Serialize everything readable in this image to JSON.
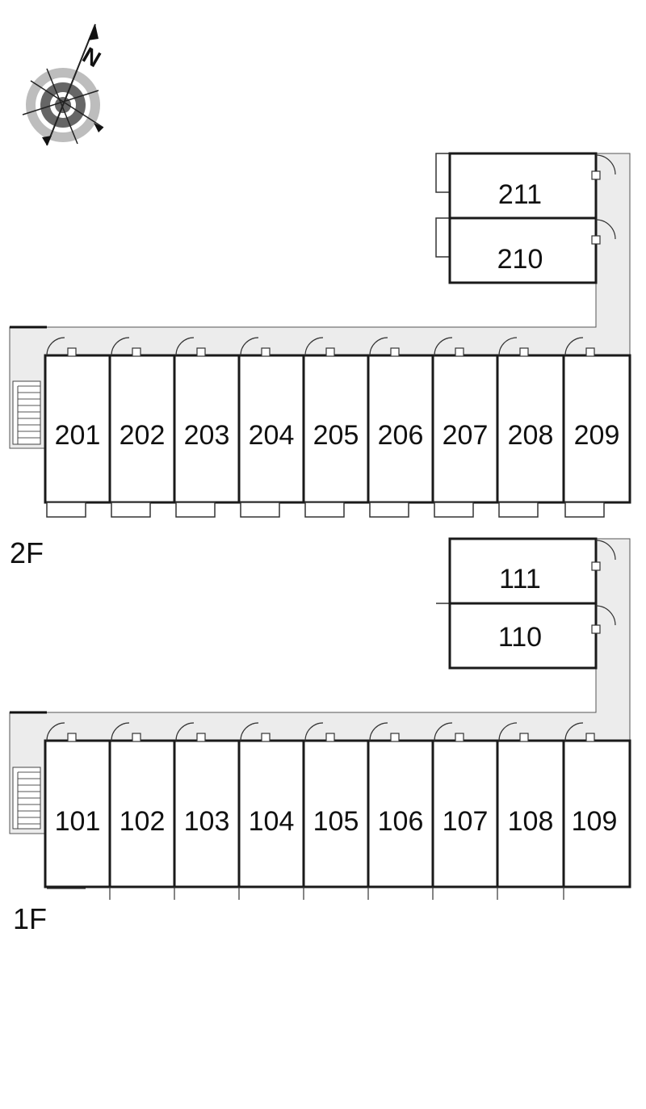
{
  "floors": [
    {
      "label": "2F",
      "main_units": [
        "201",
        "202",
        "203",
        "204",
        "205",
        "206",
        "207",
        "208",
        "209"
      ],
      "annex_units": [
        "211",
        "210"
      ]
    },
    {
      "label": "1F",
      "main_units": [
        "101",
        "102",
        "103",
        "104",
        "105",
        "106",
        "107",
        "108",
        "109"
      ],
      "annex_units": [
        "111",
        "110"
      ]
    }
  ],
  "compass": {
    "direction_label": "N",
    "icon": "compass-rose-icon"
  },
  "colors": {
    "wall": "#1a1a1a",
    "corridor": "#ececec",
    "background": "#ffffff"
  }
}
